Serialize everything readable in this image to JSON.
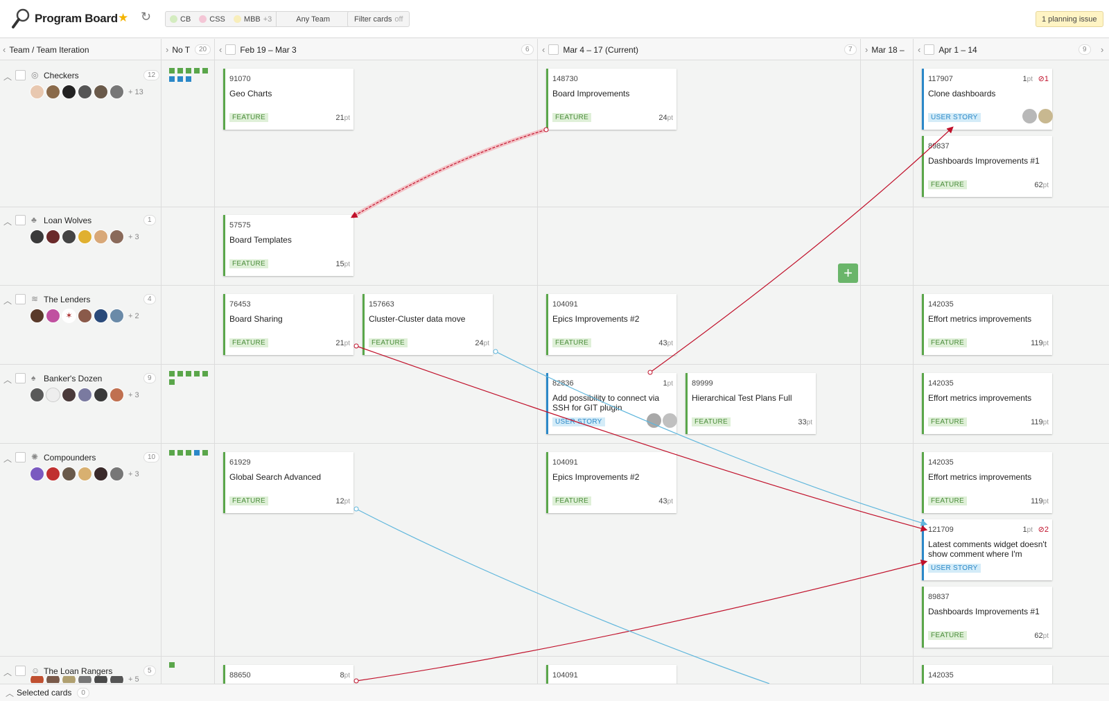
{
  "header": {
    "title": "Program Board",
    "filters": [
      {
        "label": "CB",
        "color": "#d4ecc0"
      },
      {
        "label": "CSS",
        "color": "#f4c6d6"
      },
      {
        "label": "MBB",
        "color": "#f8eebb",
        "extra": "+3"
      }
    ],
    "team_filter": "Any Team",
    "filter_cards_label": "Filter cards",
    "filter_cards_state": "off",
    "planning_issue": "1 planning issue"
  },
  "columns": {
    "team_iteration": "Team / Team Iteration",
    "no_team": {
      "label": "No T",
      "count": "20"
    },
    "iterations": [
      {
        "label": "Feb 19 – Mar 3",
        "count": "6"
      },
      {
        "label": "Mar 4 – 17 (Current)",
        "count": "7"
      },
      {
        "label": "Mar 18 –"
      },
      {
        "label": "Apr 1 – 14",
        "count": "9"
      }
    ]
  },
  "teams": [
    {
      "name": "Checkers",
      "count": "12",
      "more": "+ 13",
      "icon": "target-icon"
    },
    {
      "name": "Loan Wolves",
      "count": "1",
      "more": "+ 3",
      "icon": "clover-icon"
    },
    {
      "name": "The Lenders",
      "count": "4",
      "more": "+ 2",
      "icon": "stack-icon"
    },
    {
      "name": "Banker's Dozen",
      "count": "9",
      "more": "+ 3",
      "icon": "spade-icon"
    },
    {
      "name": "Compounders",
      "count": "10",
      "more": "+ 3",
      "icon": "sun-icon"
    },
    {
      "name": "The Loan Rangers",
      "count": "5",
      "more": "+ 5",
      "icon": "mask-icon"
    }
  ],
  "cards": [
    {
      "id": "91070",
      "title": "Geo Charts",
      "tag": "FEATURE",
      "pts": "21"
    },
    {
      "id": "148730",
      "title": "Board Improvements",
      "tag": "FEATURE",
      "pts": "24"
    },
    {
      "id": "117907",
      "title": "Clone dashboards",
      "tag": "USER STORY",
      "pts": "1",
      "issue": "1"
    },
    {
      "id": "89837",
      "title": "Dashboards Improvements #1",
      "tag": "FEATURE",
      "pts": "62"
    },
    {
      "id": "57575",
      "title": "Board Templates",
      "tag": "FEATURE",
      "pts": "15"
    },
    {
      "id": "76453",
      "title": "Board Sharing",
      "tag": "FEATURE",
      "pts": "21"
    },
    {
      "id": "157663",
      "title": "Cluster-Cluster data move",
      "tag": "FEATURE",
      "pts": "24"
    },
    {
      "id": "104091",
      "title": "Epics Improvements #2",
      "tag": "FEATURE",
      "pts": "43"
    },
    {
      "id": "142035",
      "title": "Effort metrics improvements",
      "tag": "FEATURE",
      "pts": "119"
    },
    {
      "id": "82836",
      "title": "Add possibility to connect via SSH for GIT plugin",
      "tag": "USER STORY",
      "pts": "1"
    },
    {
      "id": "89999",
      "title": "Hierarchical Test Plans Full",
      "tag": "FEATURE",
      "pts": "33"
    },
    {
      "id": "142035",
      "title": "Effort metrics improvements",
      "tag": "FEATURE",
      "pts": "119"
    },
    {
      "id": "61929",
      "title": "Global Search Advanced",
      "tag": "FEATURE",
      "pts": "12"
    },
    {
      "id": "104091",
      "title": "Epics Improvements #2",
      "tag": "FEATURE",
      "pts": "43"
    },
    {
      "id": "142035",
      "title": "Effort metrics improvements",
      "tag": "FEATURE",
      "pts": "119"
    },
    {
      "id": "121709",
      "title": "Latest comments widget doesn't show comment where I'm",
      "tag": "USER STORY",
      "pts": "1",
      "issue": "2"
    },
    {
      "id": "89837",
      "title": "Dashboards Improvements #1",
      "tag": "FEATURE",
      "pts": "62"
    },
    {
      "id": "88650",
      "title": "",
      "tag": "",
      "pts": "8"
    },
    {
      "id": "104091",
      "title": "",
      "tag": "",
      "pts": ""
    },
    {
      "id": "142035",
      "title": "",
      "tag": "",
      "pts": ""
    }
  ],
  "pt_unit": "pt",
  "footer": {
    "label": "Selected cards",
    "count": "0"
  },
  "colors": {
    "feature": "#5aa64a",
    "story": "#2b88c8",
    "blocker_link": "#c0102a",
    "dependency_link": "#5fb6dc",
    "add_button": "#6ab56a"
  }
}
